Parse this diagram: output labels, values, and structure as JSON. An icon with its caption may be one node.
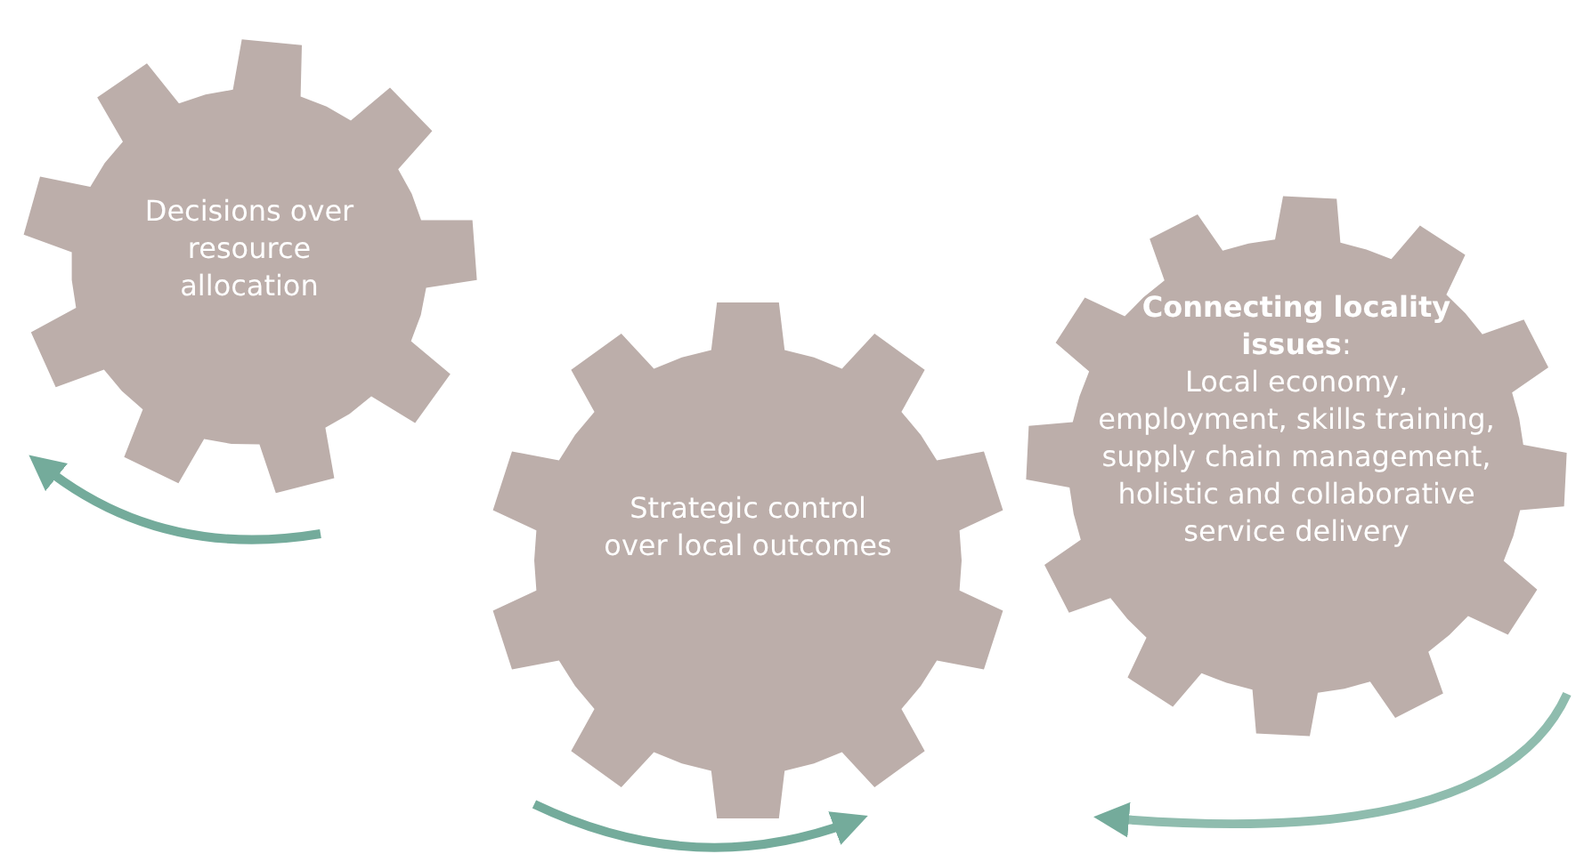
{
  "diagram": {
    "nodes": [
      {
        "text": [
          "Decisions over resource allocation"
        ]
      },
      {
        "text": [
          "Strategic control over local outcomes"
        ]
      },
      {
        "text": [
          "**Connecting locality issues**:",
          "Local economy, employment, skills training, supply chain management, holistic and collaborative service delivery"
        ]
      }
    ]
  }
}
